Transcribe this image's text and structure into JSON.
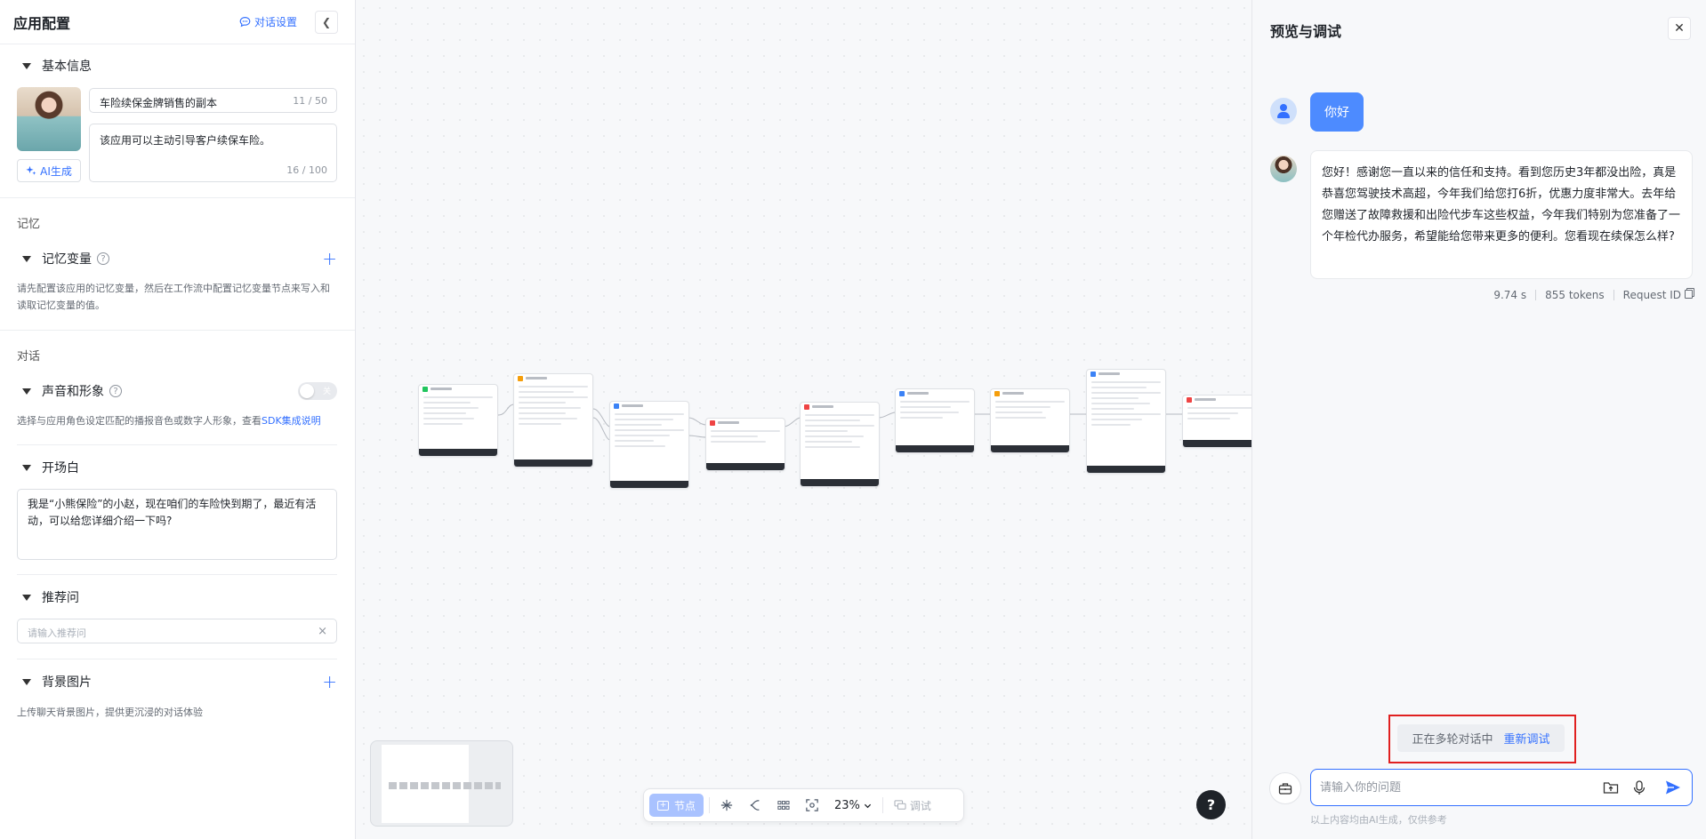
{
  "left_panel": {
    "title": "应用配置",
    "chat_settings_label": "对话设置",
    "collapse_icon": "chevron-left-icon",
    "basic_info": {
      "section_title": "基本信息",
      "app_name": "车险续保金牌销售的副本",
      "app_name_counter": "11 / 50",
      "description": "该应用可以主动引导客户续保车险。",
      "description_counter": "16 / 100",
      "ai_generate_label": "AI生成"
    },
    "memory": {
      "group_label": "记忆",
      "variables_title": "记忆变量",
      "variables_hint": "请先配置该应用的记忆变量，然后在工作流中配置记忆变量节点来写入和读取记忆变量的值。"
    },
    "dialogue": {
      "group_label": "对话",
      "voice_title": "声音和形象",
      "voice_toggle_label": "关",
      "voice_hint_prefix": "选择与应用角色设定匹配的播报音色或数字人形象，查看",
      "voice_hint_link": "SDK集成说明",
      "opening_title": "开场白",
      "opening_text": "我是“小熊保险”的小赵，现在咱们的车险快到期了，最近有活动，可以给您详细介绍一下吗?",
      "suggested_title": "推荐问",
      "suggested_placeholder": "请输入推荐问",
      "background_title": "背景图片",
      "background_hint": "上传聊天背景图片，提供更沉浸的对话体验"
    }
  },
  "canvas": {
    "toolbar": {
      "node_label": "节点",
      "zoom_level": "23%",
      "debug_label": "调试"
    },
    "help_label": "?",
    "node_colors": [
      "#22c55e",
      "#f59e0b",
      "#3b82f6",
      "#ef4444",
      "#ef4444",
      "#3b82f6",
      "#f59e0b",
      "#3b82f6",
      "#ef4444"
    ]
  },
  "right_panel": {
    "title": "预览与调试",
    "user_message": "你好",
    "bot_message": "您好！感谢您一直以来的信任和支持。看到您历史3年都没出险，真是恭喜您驾驶技术高超，今年我们给您打6折，优惠力度非常大。去年给您赠送了故障救援和出险代步车这些权益，今年我们特别为您准备了一个年检代办服务，希望能给您带来更多的便利。您看现在续保怎么样?",
    "meta": {
      "latency": "9.74 s",
      "tokens": "855 tokens",
      "request_id_label": "Request ID"
    },
    "status_text": "正在多轮对话中",
    "retry_label": "重新调试",
    "input_placeholder": "请输入你的问题",
    "disclaimer": "以上内容均由AI生成，仅供参考",
    "accent_color": "#3370ff",
    "highlight_color": "#e02020"
  }
}
